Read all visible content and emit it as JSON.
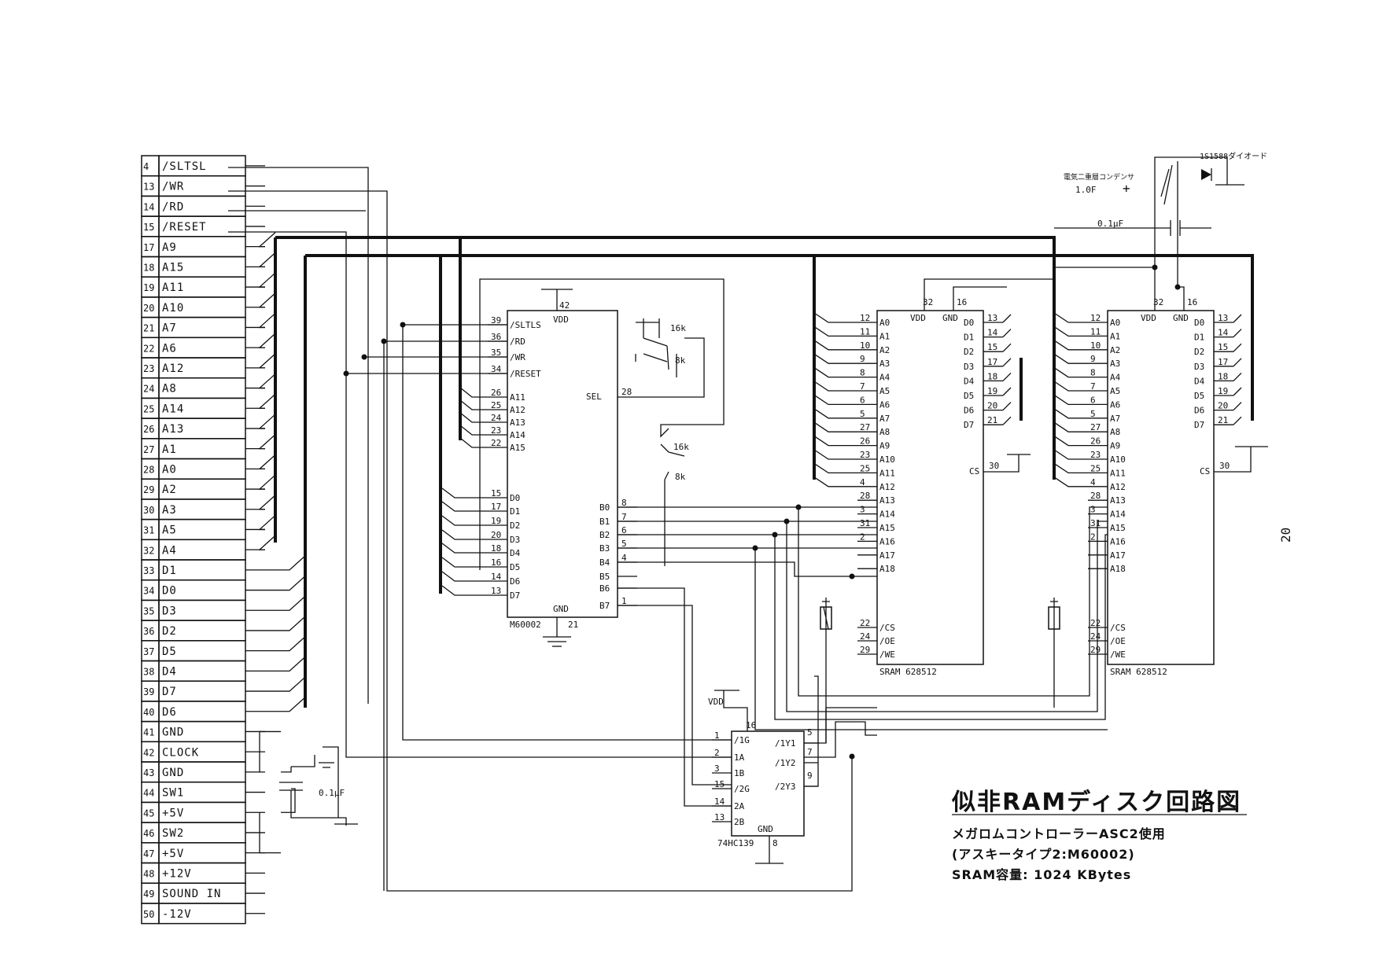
{
  "page_number": "20",
  "connector": {
    "pins": [
      {
        "num": "4",
        "label": "/SLTSL"
      },
      {
        "num": "13",
        "label": "/WR"
      },
      {
        "num": "14",
        "label": "/RD"
      },
      {
        "num": "15",
        "label": "/RESET"
      },
      {
        "num": "17",
        "label": "A9"
      },
      {
        "num": "18",
        "label": "A15"
      },
      {
        "num": "19",
        "label": "A11"
      },
      {
        "num": "20",
        "label": "A10"
      },
      {
        "num": "21",
        "label": "A7"
      },
      {
        "num": "22",
        "label": "A6"
      },
      {
        "num": "23",
        "label": "A12"
      },
      {
        "num": "24",
        "label": "A8"
      },
      {
        "num": "25",
        "label": "A14"
      },
      {
        "num": "26",
        "label": "A13"
      },
      {
        "num": "27",
        "label": "A1"
      },
      {
        "num": "28",
        "label": "A0"
      },
      {
        "num": "29",
        "label": "A2"
      },
      {
        "num": "30",
        "label": "A3"
      },
      {
        "num": "31",
        "label": "A5"
      },
      {
        "num": "32",
        "label": "A4"
      },
      {
        "num": "33",
        "label": "D1"
      },
      {
        "num": "34",
        "label": "D0"
      },
      {
        "num": "35",
        "label": "D3"
      },
      {
        "num": "36",
        "label": "D2"
      },
      {
        "num": "37",
        "label": "D5"
      },
      {
        "num": "38",
        "label": "D4"
      },
      {
        "num": "39",
        "label": "D7"
      },
      {
        "num": "40",
        "label": "D6"
      },
      {
        "num": "41",
        "label": "GND"
      },
      {
        "num": "42",
        "label": "CLOCK"
      },
      {
        "num": "43",
        "label": "GND"
      },
      {
        "num": "44",
        "label": "SW1"
      },
      {
        "num": "45",
        "label": "+5V"
      },
      {
        "num": "46",
        "label": "SW2"
      },
      {
        "num": "47",
        "label": "+5V"
      },
      {
        "num": "48",
        "label": "+12V"
      },
      {
        "num": "49",
        "label": "SOUND IN"
      },
      {
        "num": "50",
        "label": "-12V"
      }
    ]
  },
  "m60002": {
    "name": "M60002",
    "vdd_label": "VDD",
    "vdd_pin": "42",
    "gnd_label": "GND",
    "gnd_pin": "21",
    "sel_label": "SEL",
    "sel_pin": "28",
    "left_pins": [
      {
        "num": "39",
        "label": "/SLTLS"
      },
      {
        "num": "36",
        "label": "/RD"
      },
      {
        "num": "35",
        "label": "/WR"
      },
      {
        "num": "34",
        "label": "/RESET"
      },
      {
        "num": "26",
        "label": "A11"
      },
      {
        "num": "25",
        "label": "A12"
      },
      {
        "num": "24",
        "label": "A13"
      },
      {
        "num": "23",
        "label": "A14"
      },
      {
        "num": "22",
        "label": "A15"
      },
      {
        "num": "15",
        "label": "D0"
      },
      {
        "num": "17",
        "label": "D1"
      },
      {
        "num": "19",
        "label": "D2"
      },
      {
        "num": "20",
        "label": "D3"
      },
      {
        "num": "18",
        "label": "D4"
      },
      {
        "num": "16",
        "label": "D5"
      },
      {
        "num": "14",
        "label": "D6"
      },
      {
        "num": "13",
        "label": "D7"
      }
    ],
    "right_pins": [
      {
        "num": "8",
        "label": "B0"
      },
      {
        "num": "7",
        "label": "B1"
      },
      {
        "num": "6",
        "label": "B2"
      },
      {
        "num": "5",
        "label": "B3"
      },
      {
        "num": "4",
        "label": "B4"
      },
      {
        "num": "",
        "label": "B5"
      },
      {
        "num": "",
        "label": "B6"
      },
      {
        "num": "1",
        "label": "B7"
      }
    ]
  },
  "resistors": {
    "top_r1": "16k",
    "top_r2": "8k",
    "mid_r1": "16k",
    "mid_r2": "8k"
  },
  "power": {
    "diode": "1S1588ダイオード",
    "supercap": "電気二重層コンデンサ",
    "supercap_value": "1.0F",
    "cap_top": "0.1μF",
    "cap_bottom": "0.1μF",
    "plus": "+"
  },
  "sram1": {
    "name": "SRAM  628512",
    "vdd_label": "VDD",
    "vdd_pin": "32",
    "gnd_label": "GND",
    "gnd_pin": "16",
    "cs_label": "CS",
    "cs_pin": "30",
    "left_pins": [
      {
        "num": "12",
        "label": "A0"
      },
      {
        "num": "11",
        "label": "A1"
      },
      {
        "num": "10",
        "label": "A2"
      },
      {
        "num": "9",
        "label": "A3"
      },
      {
        "num": "8",
        "label": "A4"
      },
      {
        "num": "7",
        "label": "A5"
      },
      {
        "num": "6",
        "label": "A6"
      },
      {
        "num": "5",
        "label": "A7"
      },
      {
        "num": "27",
        "label": "A8"
      },
      {
        "num": "26",
        "label": "A9"
      },
      {
        "num": "23",
        "label": "A10"
      },
      {
        "num": "25",
        "label": "A11"
      },
      {
        "num": "4",
        "label": "A12"
      },
      {
        "num": "28",
        "label": "A13"
      },
      {
        "num": "3",
        "label": "A14"
      },
      {
        "num": "31",
        "label": "A15"
      },
      {
        "num": "2",
        "label": "A16"
      },
      {
        "num": "",
        "label": "A17"
      },
      {
        "num": "",
        "label": "A18"
      }
    ],
    "ctrl_pins": [
      {
        "num": "22",
        "label": "/CS"
      },
      {
        "num": "24",
        "label": "/OE"
      },
      {
        "num": "29",
        "label": "/WE"
      }
    ],
    "right_pins": [
      {
        "num": "13",
        "label": "D0"
      },
      {
        "num": "14",
        "label": "D1"
      },
      {
        "num": "15",
        "label": "D2"
      },
      {
        "num": "17",
        "label": "D3"
      },
      {
        "num": "18",
        "label": "D4"
      },
      {
        "num": "19",
        "label": "D5"
      },
      {
        "num": "20",
        "label": "D6"
      },
      {
        "num": "21",
        "label": "D7"
      }
    ]
  },
  "sram2": {
    "name": "SRAM  628512",
    "vdd_label": "VDD",
    "vdd_pin": "32",
    "gnd_label": "GND",
    "gnd_pin": "16",
    "cs_label": "CS",
    "cs_pin": "30",
    "left_pins": [
      {
        "num": "12",
        "label": "A0"
      },
      {
        "num": "11",
        "label": "A1"
      },
      {
        "num": "10",
        "label": "A2"
      },
      {
        "num": "9",
        "label": "A3"
      },
      {
        "num": "8",
        "label": "A4"
      },
      {
        "num": "7",
        "label": "A5"
      },
      {
        "num": "6",
        "label": "A6"
      },
      {
        "num": "5",
        "label": "A7"
      },
      {
        "num": "27",
        "label": "A8"
      },
      {
        "num": "26",
        "label": "A9"
      },
      {
        "num": "23",
        "label": "A10"
      },
      {
        "num": "25",
        "label": "A11"
      },
      {
        "num": "4",
        "label": "A12"
      },
      {
        "num": "28",
        "label": "A13"
      },
      {
        "num": "3",
        "label": "A14"
      },
      {
        "num": "31",
        "label": "A15"
      },
      {
        "num": "2",
        "label": "A16"
      },
      {
        "num": "",
        "label": "A17"
      },
      {
        "num": "",
        "label": "A18"
      }
    ],
    "ctrl_pins": [
      {
        "num": "22",
        "label": "/CS"
      },
      {
        "num": "24",
        "label": "/OE"
      },
      {
        "num": "29",
        "label": "/WE"
      }
    ],
    "right_pins": [
      {
        "num": "13",
        "label": "D0"
      },
      {
        "num": "14",
        "label": "D1"
      },
      {
        "num": "15",
        "label": "D2"
      },
      {
        "num": "17",
        "label": "D3"
      },
      {
        "num": "18",
        "label": "D4"
      },
      {
        "num": "19",
        "label": "D5"
      },
      {
        "num": "20",
        "label": "D6"
      },
      {
        "num": "21",
        "label": "D7"
      }
    ]
  },
  "decoder": {
    "name": "74HC139",
    "vdd_label": "VDD",
    "vdd_pin": "16",
    "gnd_label": "GND",
    "gnd_pin": "8",
    "left_pins": [
      {
        "num": "1",
        "label": "/1G"
      },
      {
        "num": "2",
        "label": "1A"
      },
      {
        "num": "3",
        "label": "1B"
      },
      {
        "num": "15",
        "label": "/2G"
      },
      {
        "num": "14",
        "label": "2A"
      },
      {
        "num": "13",
        "label": "2B"
      }
    ],
    "right_pins": [
      {
        "num": "5",
        "label": "/1Y1"
      },
      {
        "num": "7",
        "label": "/1Y2"
      },
      {
        "num": "9",
        "label": "/2Y3"
      }
    ]
  },
  "connector_cap": "0.1μF",
  "caption": {
    "title": "似非RAMディスク回路図",
    "line1": "メガロムコントローラーASC2使用",
    "line2": "(アスキータイプ2:M60002)",
    "line3": "SRAM容量: 1024 KBytes"
  }
}
